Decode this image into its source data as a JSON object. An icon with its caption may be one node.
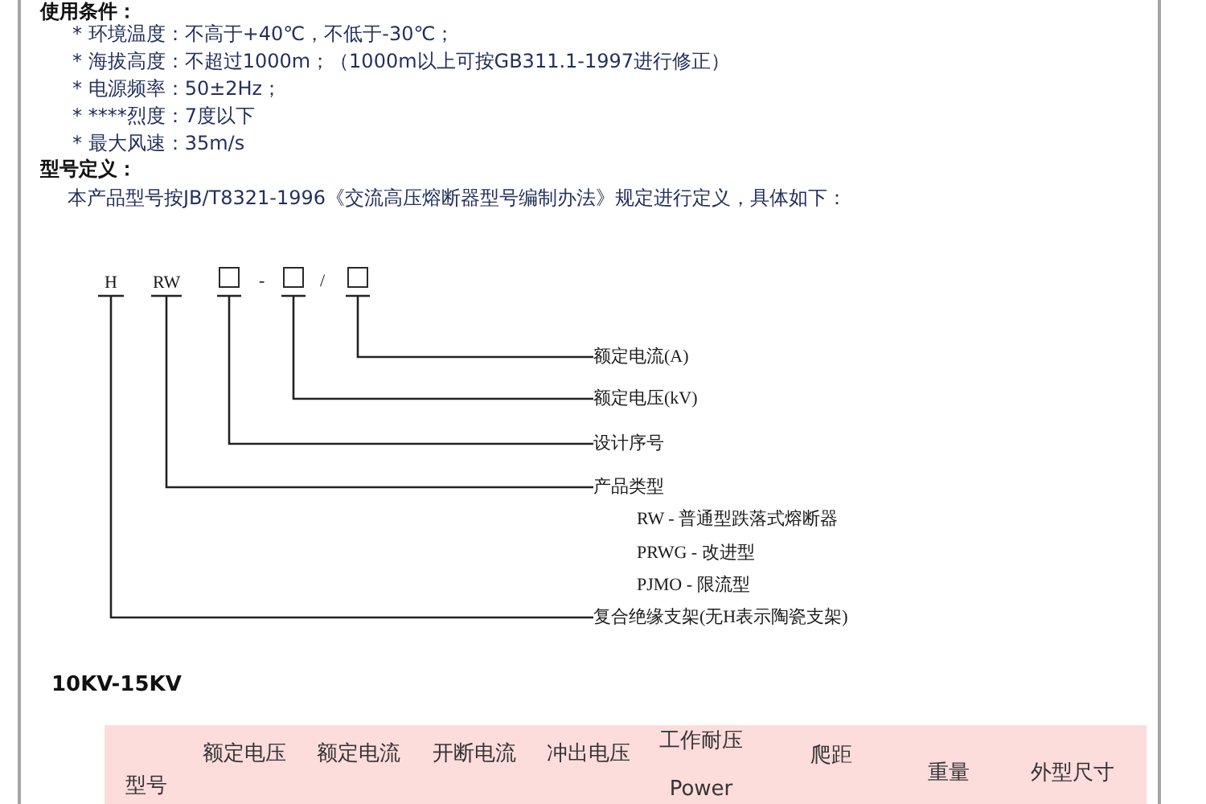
{
  "diagram": {
    "nodes": [
      {
        "text": [
          "H"
        ]
      },
      {
        "text": [
          "RW"
        ]
      },
      {
        "text": [],
        "shape": "box"
      },
      {
        "text": [],
        "shape": "box"
      },
      {
        "text": [],
        "shape": "box"
      },
      {
        "text": [
          "额定电流(A)"
        ]
      },
      {
        "text": [
          "额定电压(kV)"
        ]
      },
      {
        "text": [
          "设计序号"
        ]
      },
      {
        "text": [
          "产品类型"
        ]
      },
      {
        "text": [
          "复合绝缘支架(无H表示陶瓷支架)"
        ]
      }
    ],
    "edges": [
      {
        "from": 4,
        "to": 5,
        "arrow": "none"
      },
      {
        "from": 3,
        "to": 6,
        "arrow": "none"
      },
      {
        "from": 2,
        "to": 7,
        "arrow": "none"
      },
      {
        "from": 1,
        "to": 8,
        "arrow": "none"
      },
      {
        "from": 0,
        "to": 9,
        "arrow": "none"
      }
    ],
    "labels": [
      "使用条件：",
      "* 环境温度：不高于+40℃，不低于-30℃；",
      "* 海拔高度：不超过1000m；（1000m以上可按GB311.1-1997进行修正）",
      "* 电源频率：50±2Hz；",
      "* ****烈度：7度以下",
      "* 最大风速：35m/s",
      "型号定义：",
      "本产品型号按JB/T8321-1996《交流高压熔断器型号编制办法》规定进行定义，具体如下：",
      "-",
      "/",
      "RW - 普通型跌落式熔断器",
      "PRWG - 改进型",
      "PJMO - 限流型",
      "10KV-15KV",
      "型号",
      "额定电压",
      "额定电流",
      "开断电流",
      "冲出电压",
      "工作耐压",
      "Power",
      "爬距",
      "重量",
      "外型尺寸"
    ]
  }
}
